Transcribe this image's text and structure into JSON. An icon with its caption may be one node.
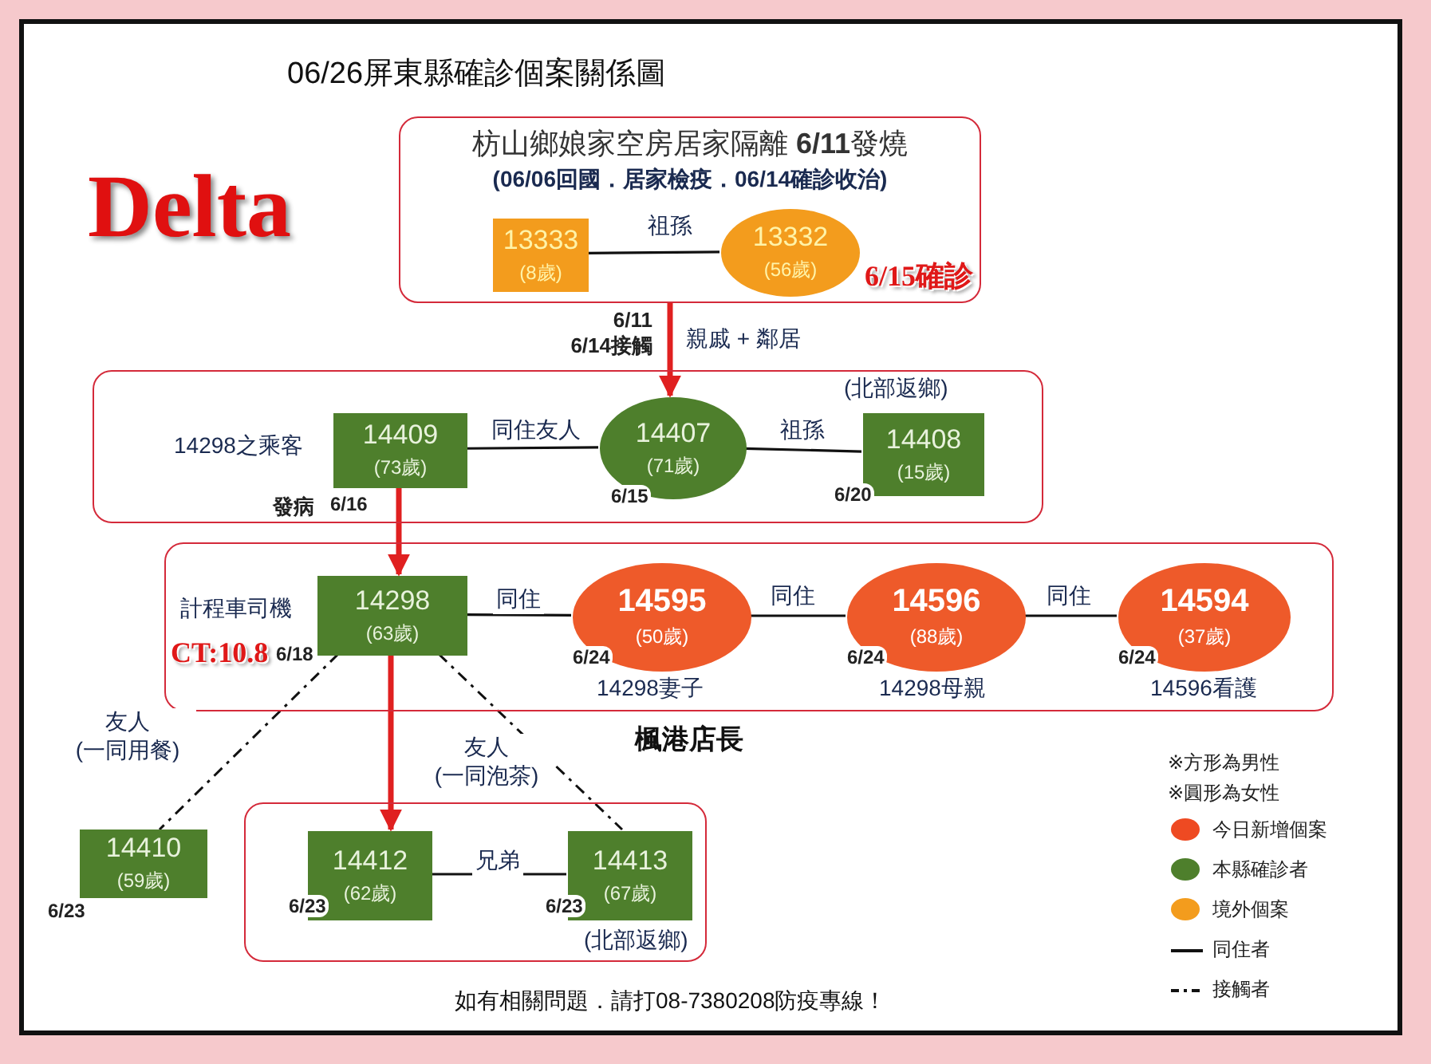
{
  "diagram": {
    "title": "06/26屏東縣確診個案關係圖",
    "nodes": [
      {
        "text": [
          "枋山鄉娘家空房居家隔離 **6/11**發燒",
          "(06/06回國．居家檢疫．06/14確診收治)"
        ]
      },
      {
        "text": [
          "13333",
          "(8歲)"
        ],
        "in": 0
      },
      {
        "text": [
          "13332",
          "(56歲)"
        ],
        "in": 0,
        "beside": [
          "6/15確診"
        ]
      },
      {
        "text": [],
        "shape": "box"
      },
      {
        "text": [
          "14409",
          "(73歲)"
        ],
        "in": 3,
        "beside": [
          "14298之乘客",
          "發病",
          "6/16"
        ]
      },
      {
        "text": [
          "14407",
          "(71歲)"
        ],
        "in": 3,
        "beside": [
          "6/15"
        ]
      },
      {
        "text": [
          "14408",
          "(15歲)"
        ],
        "in": 3,
        "beside": [
          "(北部返鄉)",
          "6/20"
        ]
      },
      {
        "text": [],
        "shape": "box"
      },
      {
        "text": [
          "14298",
          "(63歲)"
        ],
        "in": 7,
        "beside": [
          "計程車司機",
          "CT:10.8",
          "6/18"
        ]
      },
      {
        "text": [
          "14595",
          "(50歲)"
        ],
        "in": 7,
        "beside": [
          "6/24",
          "14298妻子"
        ]
      },
      {
        "text": [
          "14596",
          "(88歲)"
        ],
        "in": 7,
        "beside": [
          "6/24",
          "14298母親"
        ]
      },
      {
        "text": [
          "14594",
          "(37歲)"
        ],
        "in": 7,
        "beside": [
          "6/24",
          "14596看護"
        ]
      },
      {
        "text": [
          "14410",
          "(59歲)"
        ],
        "beside": [
          "6/23"
        ]
      },
      {
        "text": [],
        "shape": "box"
      },
      {
        "text": [
          "14412",
          "(62歲)"
        ],
        "in": 13,
        "beside": [
          "6/23"
        ]
      },
      {
        "text": [
          "14413",
          "(67歲)"
        ],
        "in": 13,
        "beside": [
          "6/23",
          "(北部返鄉)"
        ]
      }
    ],
    "edges": [
      {
        "from": 1,
        "to": 2,
        "arrow": "none",
        "label": "祖孫"
      },
      {
        "from": 0,
        "to": 5,
        "arrow": "to",
        "label": "6/11 6/14接觸",
        "style": "thick",
        "color": "#e02020"
      },
      {
        "from": 4,
        "to": 5,
        "arrow": "none",
        "label": "同住友人"
      },
      {
        "from": 5,
        "to": 6,
        "arrow": "none",
        "label": "祖孫"
      },
      {
        "from": 4,
        "to": 8,
        "arrow": "to",
        "style": "thick",
        "color": "#e02020"
      },
      {
        "from": 8,
        "to": 9,
        "arrow": "none",
        "label": "同住"
      },
      {
        "from": 9,
        "to": 10,
        "arrow": "none",
        "label": "同住"
      },
      {
        "from": 10,
        "to": 11,
        "arrow": "none",
        "label": "同住"
      },
      {
        "from": 8,
        "to": 12,
        "arrow": "none",
        "label": "友人 (一同用餐)",
        "style": "dashed"
      },
      {
        "from": 8,
        "to": 14,
        "arrow": "to",
        "style": "thick",
        "color": "#e02020"
      },
      {
        "from": 8,
        "to": 15,
        "arrow": "none",
        "label": "友人 (一同泡茶)",
        "style": "dashed"
      },
      {
        "from": 14,
        "to": 15,
        "arrow": "none",
        "label": "兄弟"
      }
    ],
    "labels": [
      "Delta",
      "親戚 + 鄰居",
      "楓港店長",
      "※方形為男性",
      "※圓形為女性",
      "如有相關問題．請打08-7380208防疫專線！"
    ],
    "legend": [
      {
        "text": "今日新增個案",
        "color": "#ee4a22"
      },
      {
        "text": "本縣確診者",
        "color": "#4e7f2c"
      },
      {
        "text": "境外個案",
        "color": "#f39c1d"
      },
      {
        "text": "同住者"
      },
      {
        "text": "接觸者"
      }
    ]
  }
}
